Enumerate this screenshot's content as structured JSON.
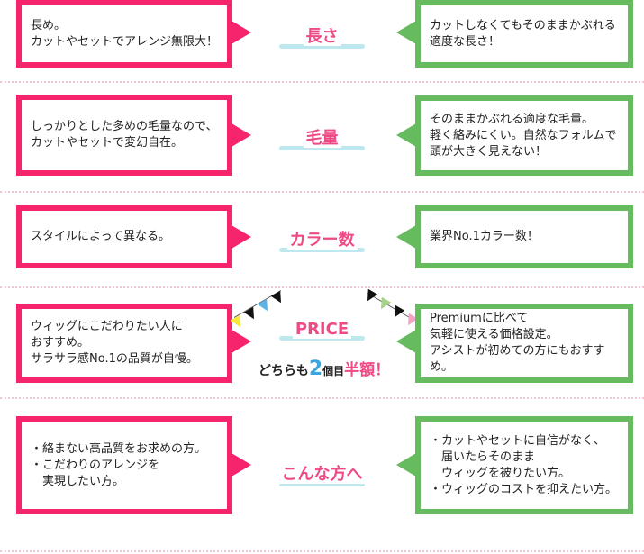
{
  "rows": [
    {
      "label": "長さ",
      "left_text": "長め。\nカットやセットでアレンジ無限大！",
      "right_text": "カットしなくてもそのままかぶれる\n適度な長さ！"
    },
    {
      "label": "毛量",
      "left_text": "しっかりとした多めの毛量なので、\nカットやセットで変幻自在。",
      "right_text": "そのままかぶれる適度な毛量。\n軽く絡みにくい。自然なフォルムで\n頭が大きく見えない！"
    },
    {
      "label": "カラー数",
      "left_text": "スタイルによって異なる。",
      "right_text": "業界No.1カラー数！"
    },
    {
      "label": "PRICE",
      "left_text": "ウィッグにこだわりたい人に\nおすすめ。\nサラサラ感No.1の品質が自慢。",
      "right_text": "Premiumに比べて\n気軽に使える価格設定。\nアシストが初めての方にもおすすめ。",
      "sub": {
        "prefix": "どちらも",
        "number": "2",
        "unit": "個目",
        "highlight": "半額！"
      }
    },
    {
      "label": "こんな方へ",
      "left_text": "・絡まない高品質をお求めの方。\n・こだわりのアレンジを\n　実現したい方。",
      "right_text": "・カットやセットに自信がなく、\n　届いたらそのまま\n　ウィッグを被りたい方。\n・ウィッグのコストを抑えたい方。"
    }
  ],
  "colors": {
    "left_border": "#f5246d",
    "right_border": "#66bb5f",
    "label_text": "#ee4a86",
    "label_underline": "#bfe8ee",
    "price_number": "#3aa6e0",
    "separator": "#f2c4d4"
  },
  "bunting_left": [
    "#f7e93a",
    "#111111",
    "#5ab4e6",
    "#111111"
  ],
  "bunting_right": [
    "#111111",
    "#a6d38a",
    "#111111",
    "#f2a3c6"
  ]
}
